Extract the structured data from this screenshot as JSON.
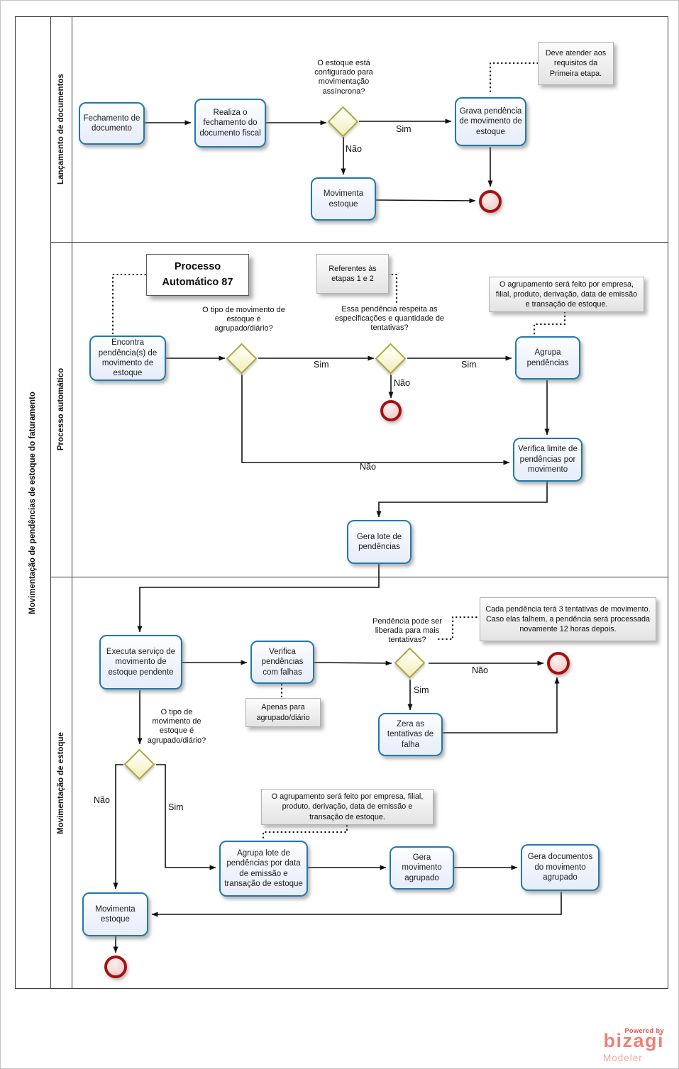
{
  "pool": {
    "label": "Movimentação de pendências de estoque do faturamento"
  },
  "lanes": [
    {
      "label": "Lançamento de documentos"
    },
    {
      "label": "Processo automático"
    },
    {
      "label": "Movimentação de estoque"
    }
  ],
  "tasks": {
    "fechamento": "Fechamento de documento",
    "realiza": "Realiza o fechamento do documento fiscal",
    "grava": "Grava pendência de movimento de estoque",
    "movimenta_1": "Movimenta estoque",
    "encontra": "Encontra pendência(s) de movimento de estoque",
    "agrupa": "Agrupa pendências",
    "verifica_limite": "Verifica limite de pendências por movimento",
    "gera_lote": "Gera lote de pendências",
    "executa": "Executa  serviço de movimento de estoque pendente",
    "verifica_falhas": "Verifica pendências com falhas",
    "zera": "Zera as tentativas de falha",
    "agrupa_lote": "Agrupa lote de pendências por data de emissão e transação de estoque",
    "gera_movimento": "Gera movimento agrupado",
    "gera_documentos": "Gera documentos do movimento agrupado",
    "movimenta_2": "Movimenta estoque"
  },
  "gateways": {
    "q_assincrona": "O estoque está configurado para movimentação assíncrona?",
    "q_agrupado_1": "O tipo de movimento de estoque é agrupado/diário?",
    "q_especificacoes": "Essa pendência respeita as especificações e quantidade de tentativas?",
    "q_liberada": "Pendência pode ser liberada para mais tentativas?",
    "q_agrupado_2": "O tipo de movimento de estoque é agrupado/diário?"
  },
  "annotations": {
    "primeira_etapa": "Deve atender aos requisitos da Primeira etapa.",
    "processo_87": "Processo Automático 87",
    "referentes": "Referentes às etapas 1 e 2",
    "agrupamento_1": "O agrupamento será feito por empresa, filial, produto, derivação, data de emissão e transação de estoque.",
    "apenas": "Apenas para agrupado/diário",
    "tentativas": "Cada pendência terá 3 tentativas de movimento. Caso elas falhem, a pendência será processada novamente 12 horas depois.",
    "agrupamento_2": "O agrupamento será feito por empresa, filial, produto, derivação, data de emissão e transação de estoque."
  },
  "labels": {
    "sim": "Sim",
    "nao": "Não"
  },
  "branding": {
    "powered_by": "Powered by",
    "name": "bizagi",
    "product": "Modeler"
  },
  "colors": {
    "task_border": "#2079ae",
    "gateway_border": "#a9a93d",
    "end_event": "#a41111",
    "note_bg": "#ececec",
    "brand": "#ee8176"
  }
}
